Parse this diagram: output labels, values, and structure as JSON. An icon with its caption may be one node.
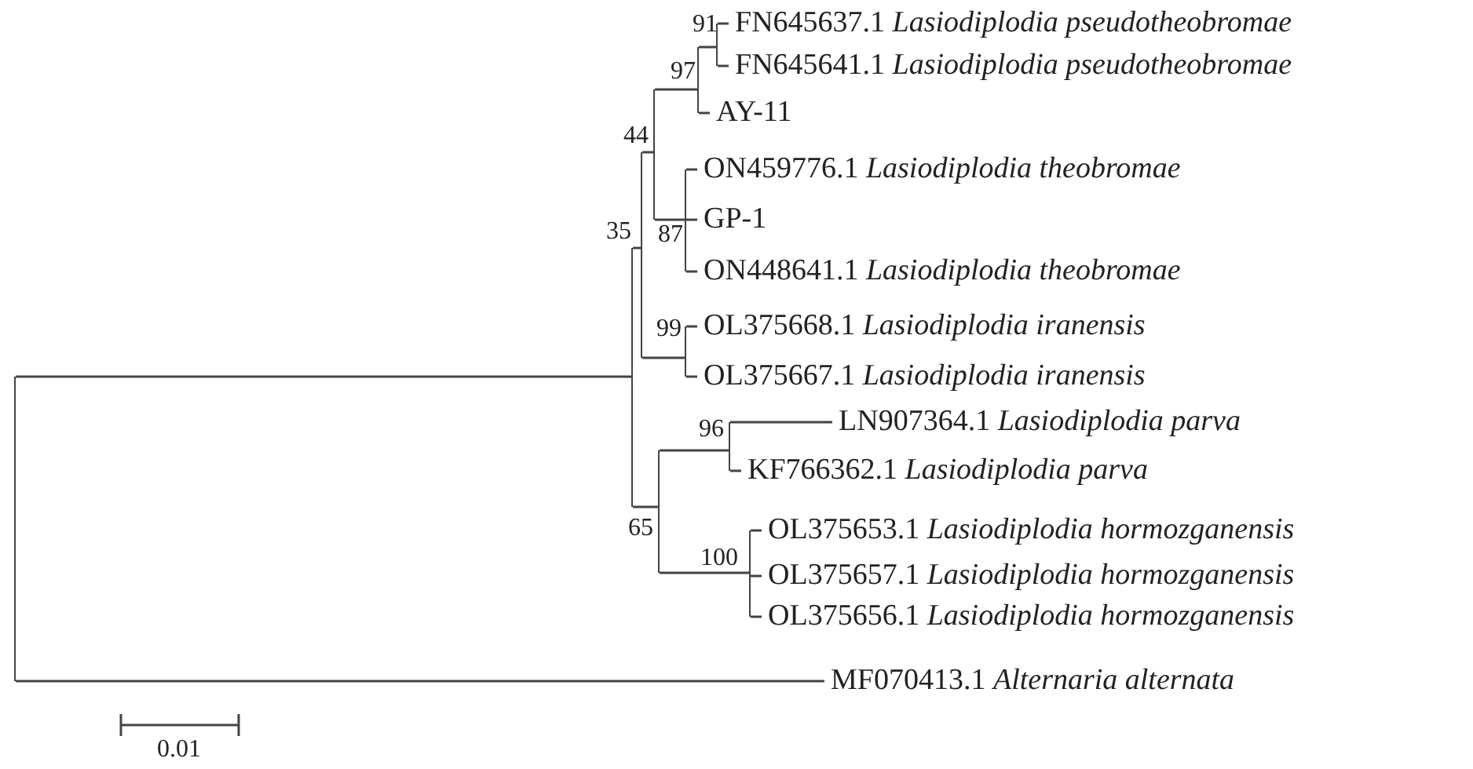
{
  "diagram": {
    "nodes": [
      {
        "text": [],
        "shape": "bar"
      },
      {
        "text": [],
        "shape": "bar"
      },
      {
        "text": [],
        "shape": "bar",
        "beside": [
          "35"
        ]
      },
      {
        "text": [],
        "shape": "bar",
        "beside": [
          "44"
        ]
      },
      {
        "text": [],
        "shape": "bar",
        "beside": [
          "97"
        ]
      },
      {
        "text": [],
        "shape": "bar",
        "beside": [
          "91"
        ]
      },
      {
        "text": [
          "FN645637.1 *Lasiodiplodia pseudotheobromae*"
        ]
      },
      {
        "text": [
          "FN645641.1 *Lasiodiplodia pseudotheobromae*"
        ]
      },
      {
        "text": [
          "AY-11"
        ]
      },
      {
        "text": [],
        "shape": "bar",
        "beside": [
          "87"
        ]
      },
      {
        "text": [
          "ON459776.1 *Lasiodiplodia theobromae*"
        ]
      },
      {
        "text": [
          "GP-1"
        ]
      },
      {
        "text": [
          "ON448641.1 *Lasiodiplodia theobromae*"
        ]
      },
      {
        "text": [],
        "shape": "bar",
        "beside": [
          "99"
        ]
      },
      {
        "text": [
          "OL375668.1 *Lasiodiplodia iranensis*"
        ]
      },
      {
        "text": [
          "OL375667.1 *Lasiodiplodia iranensis*"
        ]
      },
      {
        "text": [],
        "shape": "bar",
        "beside": [
          "65"
        ]
      },
      {
        "text": [],
        "shape": "bar",
        "beside": [
          "96"
        ]
      },
      {
        "text": [
          "LN907364.1 *Lasiodiplodia parva*"
        ]
      },
      {
        "text": [
          "KF766362.1 *Lasiodiplodia parva*"
        ]
      },
      {
        "text": [],
        "shape": "bar",
        "beside": [
          "100"
        ]
      },
      {
        "text": [
          "OL375653.1 *Lasiodiplodia hormozganensis*"
        ]
      },
      {
        "text": [
          "OL375657.1 *Lasiodiplodia hormozganensis*"
        ]
      },
      {
        "text": [
          "OL375656.1 *Lasiodiplodia hormozganensis*"
        ]
      },
      {
        "text": [
          "MF070413.1 *Alternaria alternata*"
        ]
      }
    ],
    "edges": [
      {
        "from": 0,
        "to": 1,
        "arrow": "none"
      },
      {
        "from": 0,
        "to": 24,
        "arrow": "none"
      },
      {
        "from": 1,
        "to": 2,
        "arrow": "none"
      },
      {
        "from": 1,
        "to": 16,
        "arrow": "none"
      },
      {
        "from": 2,
        "to": 3,
        "arrow": "none"
      },
      {
        "from": 2,
        "to": 13,
        "arrow": "none"
      },
      {
        "from": 3,
        "to": 4,
        "arrow": "none"
      },
      {
        "from": 3,
        "to": 9,
        "arrow": "none"
      },
      {
        "from": 4,
        "to": 5,
        "arrow": "none"
      },
      {
        "from": 4,
        "to": 8,
        "arrow": "none"
      },
      {
        "from": 5,
        "to": 6,
        "arrow": "none"
      },
      {
        "from": 5,
        "to": 7,
        "arrow": "none"
      },
      {
        "from": 9,
        "to": 10,
        "arrow": "none"
      },
      {
        "from": 9,
        "to": 11,
        "arrow": "none"
      },
      {
        "from": 9,
        "to": 12,
        "arrow": "none"
      },
      {
        "from": 13,
        "to": 14,
        "arrow": "none"
      },
      {
        "from": 13,
        "to": 15,
        "arrow": "none"
      },
      {
        "from": 16,
        "to": 17,
        "arrow": "none"
      },
      {
        "from": 16,
        "to": 20,
        "arrow": "none"
      },
      {
        "from": 17,
        "to": 18,
        "arrow": "none"
      },
      {
        "from": 17,
        "to": 19,
        "arrow": "none"
      },
      {
        "from": 20,
        "to": 21,
        "arrow": "none"
      },
      {
        "from": 20,
        "to": 22,
        "arrow": "none"
      },
      {
        "from": 20,
        "to": 23,
        "arrow": "none"
      }
    ],
    "labels": [
      "0.01"
    ]
  }
}
